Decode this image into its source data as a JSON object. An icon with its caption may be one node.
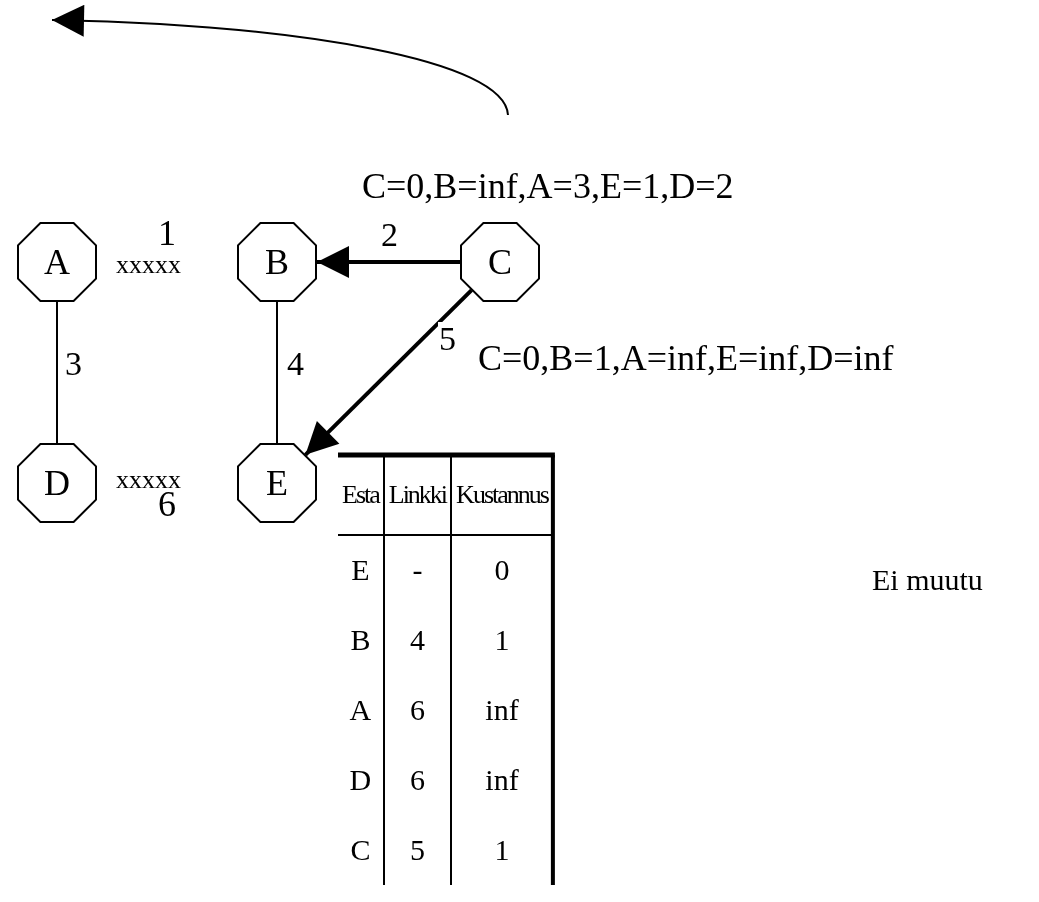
{
  "diagram": {
    "nodes": [
      {
        "text": [
          "A"
        ]
      },
      {
        "text": [
          "B"
        ]
      },
      {
        "text": [
          "C"
        ]
      },
      {
        "text": [
          "D"
        ]
      },
      {
        "text": [
          "E"
        ]
      }
    ],
    "edges": [
      {
        "from": 0,
        "to": 3,
        "arrow": "none",
        "label": "3"
      },
      {
        "from": 1,
        "to": 4,
        "arrow": "none",
        "label": "4"
      },
      {
        "from": 2,
        "to": 1,
        "arrow": "to",
        "label": "2",
        "style": "thick"
      },
      {
        "from": 2,
        "to": 4,
        "arrow": "to",
        "label": "5",
        "style": "thick"
      }
    ],
    "labels": [
      "C=0,B=inf,A=3,E=1,D=2",
      "1",
      "xxxxx",
      "xxxxx",
      "6",
      "C=0,B=1,A=inf,E=inf,D=inf",
      "Esta",
      "Linkki",
      "Kustannus",
      "E",
      "-",
      "0",
      "B",
      "4",
      "1",
      "A",
      "6",
      "inf",
      "D",
      "6",
      "inf",
      "C",
      "5",
      "1",
      "Ei muutu"
    ]
  }
}
